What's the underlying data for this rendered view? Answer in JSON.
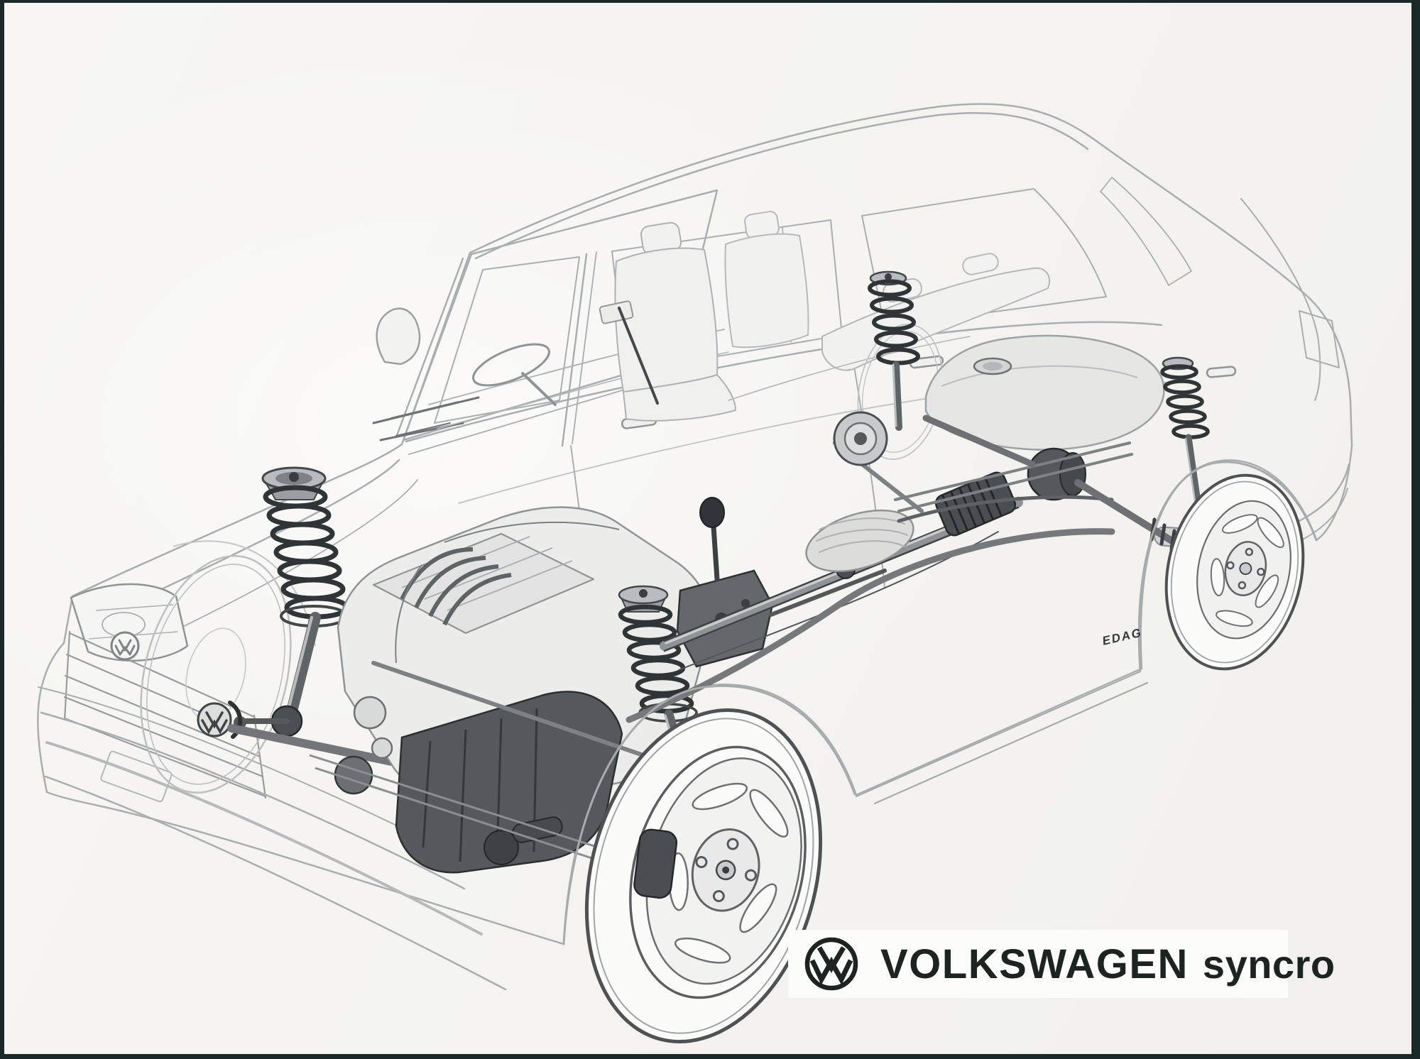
{
  "image": {
    "kind": "technical cutaway line illustration (scanned press photo)",
    "subject": "Volkswagen Golf syncro all-wheel-drive cutaway",
    "view": "front three-quarter perspective with drivetrain and suspension exposed"
  },
  "branding": {
    "logo_icon": "vw-roundel-icon",
    "brand_text": "VOLKSWAGEN",
    "model_text": "syncro"
  },
  "watermark": {
    "text": "EDAG"
  },
  "colors": {
    "paper": "#f6f5f2",
    "scan_border": "#1b2a28",
    "label_background": "#fcfcfb",
    "brand_text": "#1c2320",
    "body_line_light": "#a9aeb1",
    "mechanical_ink_dark": "#2f3437",
    "mechanical_mid_gray": "#6d7174"
  },
  "illustration": {
    "visible_parts": [
      "car-body-ghost-outline",
      "front-macpherson-strut",
      "front-left-strut",
      "engine",
      "transmission",
      "gear-shifter",
      "front-driveshaft",
      "propeller-shaft",
      "viscous-coupling",
      "rear-differential",
      "rear-subframe",
      "rear-right-strut",
      "rear-left-strut",
      "fuel-tank",
      "exhaust-system",
      "front-alloy-wheel",
      "rear-alloy-wheel",
      "headlight",
      "grille",
      "seats",
      "steering-wheel"
    ]
  }
}
